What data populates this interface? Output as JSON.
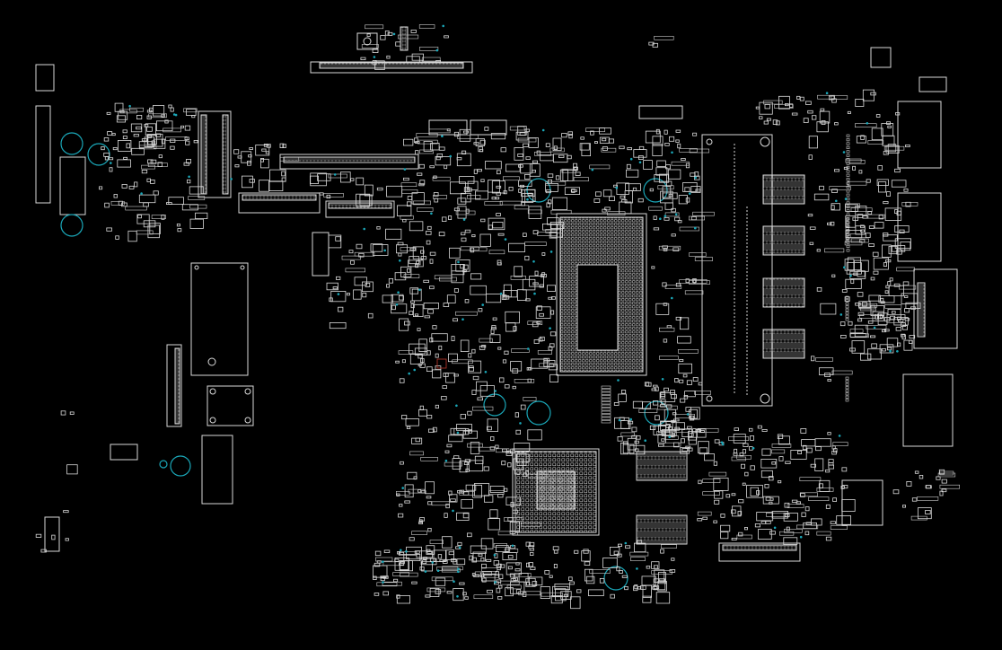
{
  "view": {
    "kind": "pcb-boardview",
    "background": "#000000",
    "outline_color": "#d9d9d9",
    "via_color": "#1aa7b8",
    "marker_color": "#c0392b"
  },
  "components": {
    "cpu": "ic-package",
    "pch": "ic-package",
    "ram_slot": "connector",
    "io_connectors": "connector"
  }
}
